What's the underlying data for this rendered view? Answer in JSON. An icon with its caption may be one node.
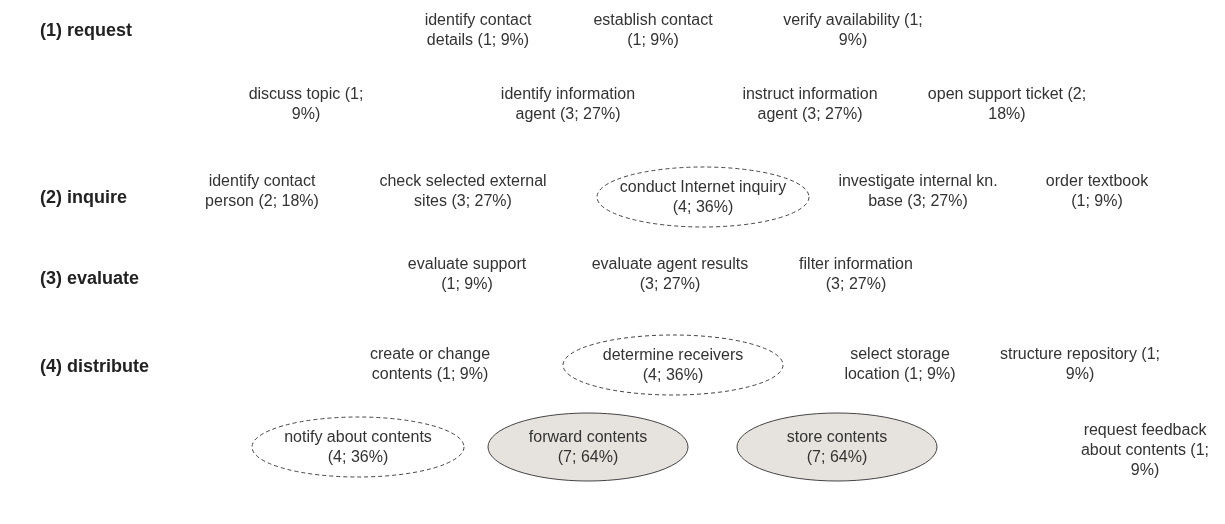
{
  "diagram": {
    "nodes": [
      {
        "text": [
          "conduct Internet inquiry",
          "(4; 36%)"
        ]
      },
      {
        "text": [
          "determine receivers",
          "(4; 36%)"
        ]
      },
      {
        "text": [
          "notify about contents",
          "(4; 36%)"
        ]
      },
      {
        "text": [
          "forward contents",
          "(7; 64%)"
        ]
      },
      {
        "text": [
          "store contents",
          "(7; 64%)"
        ]
      }
    ],
    "labels": [
      "(1) request",
      "identify contact details (1; 9%)",
      "establish contact (1; 9%)",
      "verify availability (1; 9%)",
      "discuss topic (1; 9%)",
      "identify information agent (3; 27%)",
      "instruct information agent (3; 27%)",
      "open support ticket (2; 18%)",
      "(2) inquire",
      "identify contact person (2; 18%)",
      "check selected external sites (3; 27%)",
      "investigate internal kn. base (3; 27%)",
      "order textbook (1; 9%)",
      "(3) evaluate",
      "evaluate support (1; 9%)",
      "evaluate agent results (3; 27%)",
      "filter information (3; 27%)",
      "(4) distribute",
      "create or change contents (1; 9%)",
      "select storage location (1; 9%)",
      "structure repository (1; 9%)",
      "request feedback about contents (1; 9%)"
    ]
  }
}
